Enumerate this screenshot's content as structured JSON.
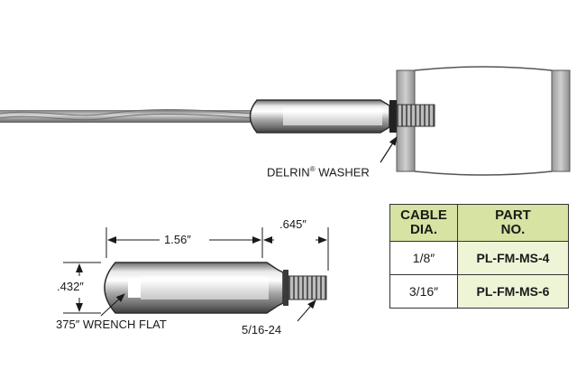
{
  "labels": {
    "washer_name": "DELRIN",
    "washer_mark": "®",
    "washer_word": "WASHER",
    "length": "1.56″",
    "thread_length": ".645″",
    "diameter": ".432″",
    "wrench_flat": "375″ WRENCH FLAT",
    "thread": "5/16-24"
  },
  "table": {
    "headers": [
      [
        "CABLE",
        "DIA."
      ],
      [
        "PART",
        "NO."
      ]
    ],
    "rows": [
      {
        "dia": "1/8″",
        "part": "PL-FM-MS-4"
      },
      {
        "dia": "3/16″",
        "part": "PL-FM-MS-6"
      }
    ]
  },
  "colors": {
    "header_fill": "#d6e3a3",
    "part_fill": "#eef4d6",
    "ink": "#1a1a1a"
  }
}
